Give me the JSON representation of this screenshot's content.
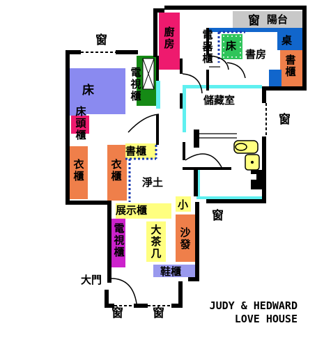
{
  "colors": {
    "wall": "#000000",
    "kitchen": "#ee1a6e",
    "tv_green": "#158a15",
    "bed_purple": "#8a8af0",
    "wardrobe_orange": "#ef7f4a",
    "headboard_pink": "#ee1a6e",
    "study_blue": "#1166cc",
    "balcony_gray": "#c8c8c8",
    "desk_green": "#2fc45a",
    "cyan": "#5ff0f0",
    "yellow": "#ffff80",
    "tv_magenta": "#cc22cc",
    "shoe_lavender": "#9999ee",
    "dotted_blue": "#1a3ab0"
  },
  "rooms": {
    "balcony": "陽台",
    "kitchen": "廚房",
    "appliance_cabinet": "電器櫃",
    "study_bed": "床",
    "study": "書房",
    "desk": "桌",
    "study_bookcase": "書櫃",
    "bedroom_bed": "床",
    "headboard": "床頭櫃",
    "bedroom_tv": "電視櫃",
    "wardrobe_left": "衣櫃",
    "wardrobe_right": "衣櫃",
    "bookcase": "書櫃",
    "storage": "儲藏室",
    "washroom": "淨土",
    "display_cabinet": "展示櫃",
    "small_table": "小",
    "living_tv": "電視櫃",
    "coffee_table": "大茶几",
    "sofa": "沙發",
    "shoe_cabinet": "鞋櫃",
    "main_door": "大門",
    "window": "窗"
  },
  "caption": {
    "line1": "JUDY & HEDWARD",
    "line2": "LOVE HOUSE"
  }
}
